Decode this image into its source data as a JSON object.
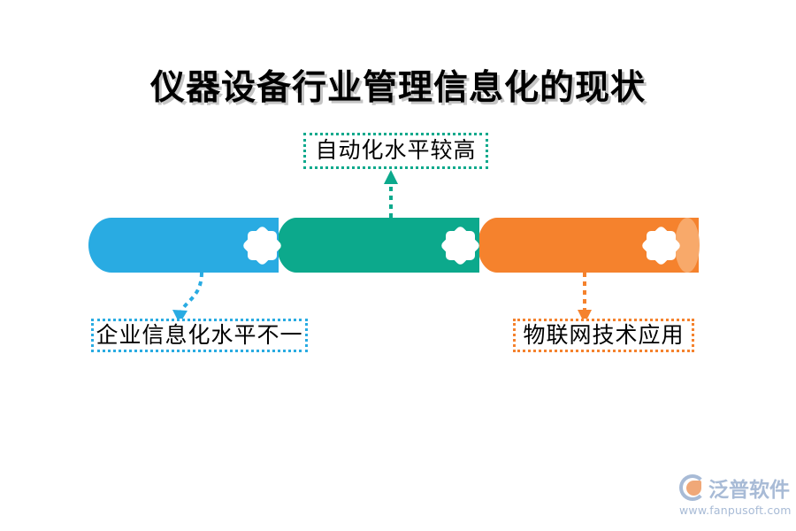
{
  "page": {
    "title": "仪器设备行业管理信息化的现状",
    "background_color": "#FFFFFF"
  },
  "colors": {
    "blue": "#29ABE2",
    "teal": "#0CA98C",
    "orange": "#F5822D",
    "orange_cap": "#F8A96A",
    "title_text": "#000000",
    "watermark": "#A8BBD6"
  },
  "diagram": {
    "type": "horizontal-cylinder-process",
    "segments": [
      {
        "id": "segment-blue",
        "color": "#29ABE2",
        "icon": "burst-star-icon"
      },
      {
        "id": "segment-teal",
        "color": "#0CA98C",
        "icon": "burst-star-icon"
      },
      {
        "id": "segment-orange",
        "color": "#F5822D",
        "icon": "burst-star-icon"
      }
    ],
    "callouts": [
      {
        "id": "callout-top",
        "text": "自动化水平较高",
        "color": "#0CA98C",
        "position": "top",
        "connector": "dotted-line-up-arrow"
      },
      {
        "id": "callout-left",
        "text": "企业信息化水平不一",
        "color": "#29ABE2",
        "position": "bottom-left",
        "connector": "dotted-curve-down-arrow"
      },
      {
        "id": "callout-right",
        "text": "物联网技术应用",
        "color": "#F5822D",
        "position": "bottom-right",
        "connector": "dotted-line-down-arrow"
      }
    ]
  },
  "watermark": {
    "brand": "泛普软件",
    "url": "www.fanpusoft.com"
  }
}
